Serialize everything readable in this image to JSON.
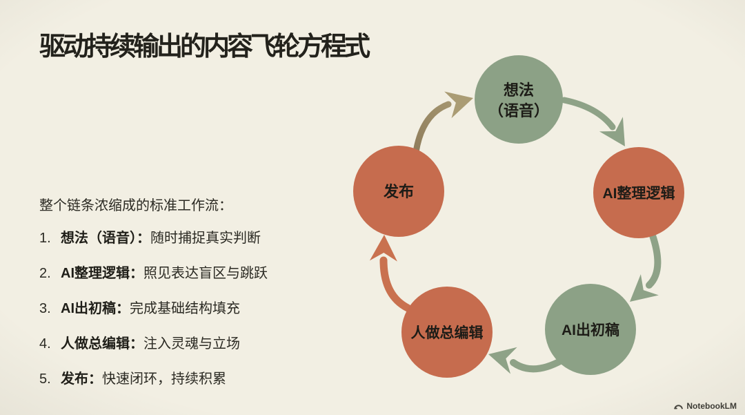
{
  "title": "驱动持续输出的内容飞轮方程式",
  "workflow": {
    "intro": "整个链条浓缩成的标准工作流：",
    "items": [
      {
        "num": "1.",
        "term": "想法（语音）：",
        "desc": "随时捕捉真实判断"
      },
      {
        "num": "2.",
        "term": "AI整理逻辑：",
        "desc": "照见表达盲区与跳跃"
      },
      {
        "num": "3.",
        "term": "AI出初稿：",
        "desc": "完成基础结构填充"
      },
      {
        "num": "4.",
        "term": "人做总编辑：",
        "desc": "注入灵魂与立场"
      },
      {
        "num": "5.",
        "term": "发布：",
        "desc": "快速闭环，持续积累"
      }
    ]
  },
  "flywheel": {
    "nodes": [
      {
        "id": "idea",
        "line1": "想法",
        "line2": "（语音）",
        "color": "#8ca186"
      },
      {
        "id": "ai-logic",
        "line1": "AI整理逻辑",
        "color": "#c66c4e"
      },
      {
        "id": "ai-draft",
        "line1": "AI出初稿",
        "color": "#8ca186"
      },
      {
        "id": "human-editor",
        "line1": "人做总编辑",
        "color": "#c66c4e"
      },
      {
        "id": "publish",
        "line1": "发布",
        "color": "#c66c4e"
      }
    ],
    "arrows": {
      "green": "#8ea287",
      "red": "#c9714f",
      "tan_start": "#8f7d5c",
      "tan_end": "#aa9c74"
    }
  },
  "colors": {
    "background": "#f2efe3",
    "title_text": "#23221c",
    "body_text": "#2b2a23",
    "node_text": "#1d1c17"
  },
  "footer": {
    "brand": "NotebookLM"
  }
}
